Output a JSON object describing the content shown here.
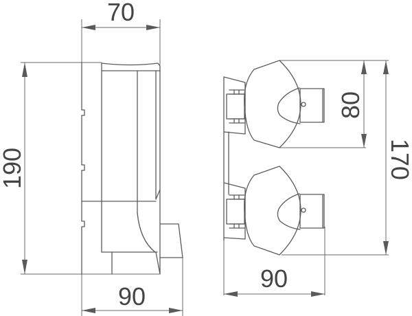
{
  "drawing": {
    "type": "technical dimension drawing",
    "views": [
      "side-view",
      "front-view"
    ],
    "side_view": {
      "dimensions": {
        "width_top": "70",
        "height": "190",
        "depth_bottom": "90"
      }
    },
    "front_view": {
      "dimensions": {
        "knob_spacing": "80",
        "total_height": "170",
        "projection": "90"
      }
    },
    "colors": {
      "line": "#5a5a5a",
      "text": "#444444",
      "background": "#ffffff"
    }
  }
}
